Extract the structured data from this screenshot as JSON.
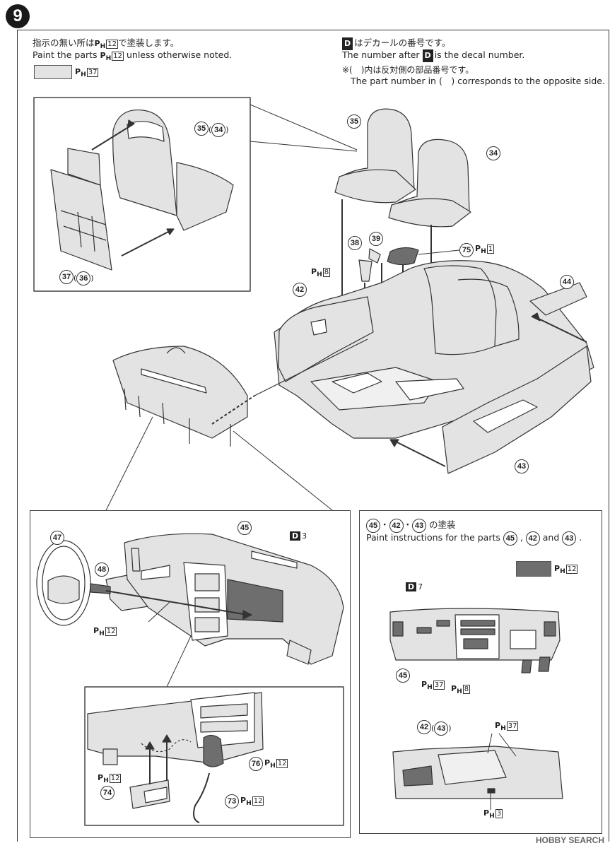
{
  "step": {
    "number": "9"
  },
  "header_left": {
    "line_jp": "指示の無い所は",
    "line_jp_suffix": "で塗装します。",
    "line_en_prefix": "Paint the parts",
    "line_en_suffix": "unless otherwise noted.",
    "paint_code": "12",
    "swatch_code": "37"
  },
  "header_right": {
    "decal_jp": "はデカールの番号です。",
    "decal_en_prefix": "The number after",
    "decal_en_suffix": "is the decal number.",
    "paren_jp": "※(　)内は反対側の部品番号です。",
    "paren_en": "The part number in (　) corresponds to the opposite side.",
    "decal_letter": "D"
  },
  "ph_prefix": "P",
  "ph_sub": "H",
  "parts": {
    "p35_34": "35",
    "p34_paren": "34",
    "p35": "35",
    "p34": "34",
    "p37_36": "37",
    "p36_paren": "36",
    "p38": "38",
    "p39": "39",
    "p75": "75",
    "p75_code": "1",
    "p38_code": "8",
    "p42": "42",
    "p44": "44",
    "p43": "43",
    "p45": "45",
    "p47": "47",
    "p48": "48",
    "p48_code": "12",
    "d3": "3",
    "p76": "76",
    "p76_code": "12",
    "p74": "74",
    "p74_code": "12",
    "p73": "73",
    "p73_code": "12"
  },
  "right_panel": {
    "title_suffix": "の塗装",
    "title_parts": [
      "45",
      "42",
      "43"
    ],
    "subtitle_prefix": "Paint instructions for the parts",
    "subtitle_and": "and",
    "swatch_code": "12",
    "d7": "7",
    "p45": "45",
    "p45_code": "37",
    "p8_code": "8",
    "p42": "42",
    "p43_paren": "43",
    "door_code": "37",
    "door_code2": "3"
  },
  "watermark": "HOBBY SEARCH",
  "colors": {
    "light_gray": "#e3e3e3",
    "dark_gray": "#6e6e6e",
    "line": "#333333"
  }
}
